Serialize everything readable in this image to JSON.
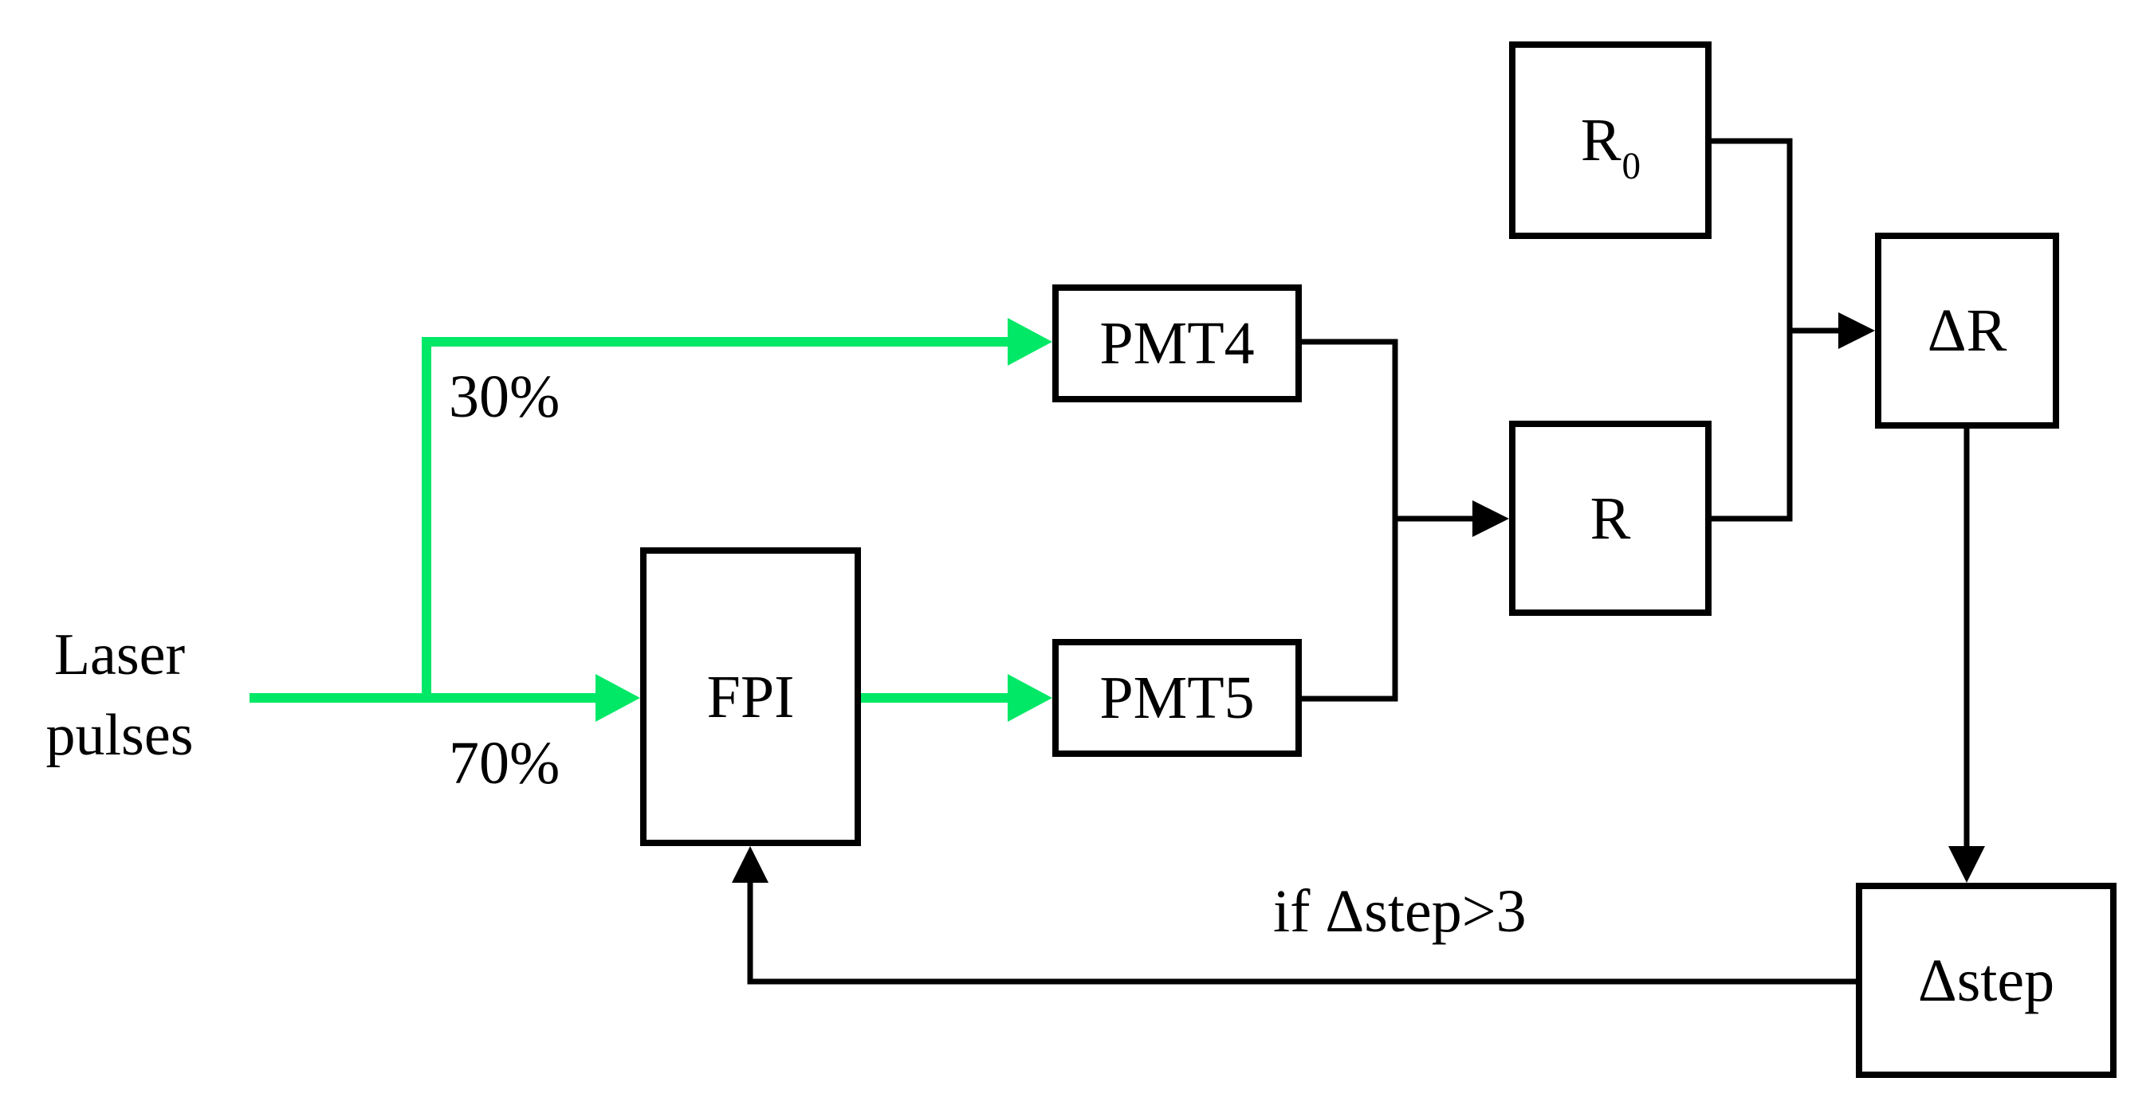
{
  "diagram": {
    "type": "flow-diagram",
    "background": "#ffffff",
    "colors": {
      "beam": "#00e866",
      "line": "#000000",
      "box_border": "#000000",
      "text": "#000000"
    },
    "source_label": {
      "line1": "Laser",
      "line2": "pulses"
    },
    "nodes": {
      "fpi": {
        "label": "FPI"
      },
      "pmt4": {
        "label": "PMT4"
      },
      "pmt5": {
        "label": "PMT5"
      },
      "r": {
        "label": "R"
      },
      "r0": {
        "label": "R",
        "sub": "0"
      },
      "delta_r": {
        "label": "ΔR"
      },
      "delta_step": {
        "label": "Δstep"
      }
    },
    "labels": {
      "split_30": "30%",
      "split_70": "70%",
      "condition": "if Δstep>3"
    },
    "edges": [
      {
        "from": "laser-pulses",
        "to": "beam-splitter",
        "color": "green"
      },
      {
        "from": "beam-splitter",
        "to": "pmt4",
        "color": "green",
        "label": "30%"
      },
      {
        "from": "beam-splitter",
        "to": "fpi",
        "color": "green",
        "label": "70%"
      },
      {
        "from": "fpi",
        "to": "pmt5",
        "color": "green"
      },
      {
        "from": "pmt4",
        "to": "r",
        "color": "black"
      },
      {
        "from": "pmt5",
        "to": "r",
        "color": "black"
      },
      {
        "from": "r0",
        "to": "delta_r",
        "color": "black"
      },
      {
        "from": "r",
        "to": "delta_r",
        "color": "black"
      },
      {
        "from": "delta_r",
        "to": "delta_step",
        "color": "black"
      },
      {
        "from": "delta_step",
        "to": "fpi",
        "color": "black",
        "label": "if Δstep>3"
      }
    ]
  }
}
